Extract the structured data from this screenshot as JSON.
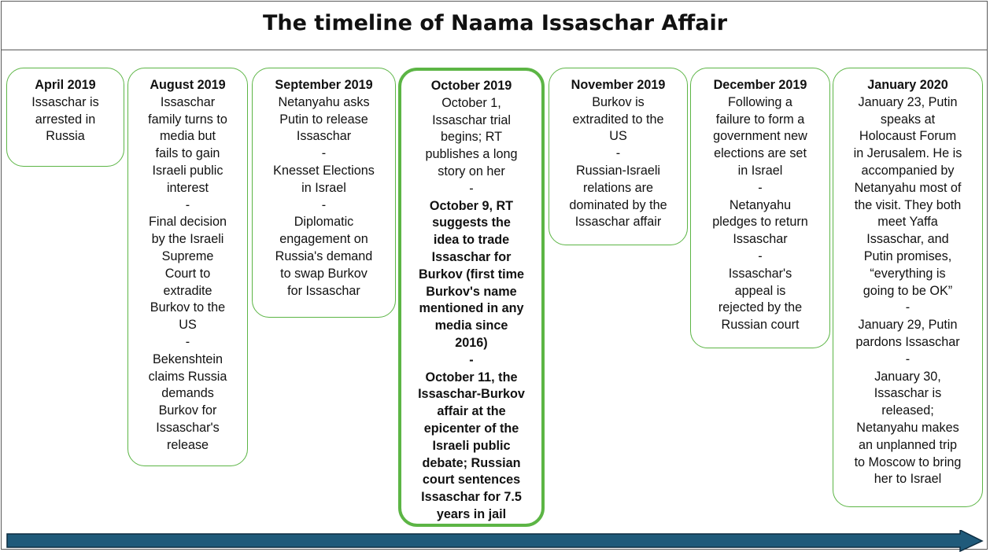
{
  "title": "The timeline of Naama Issaschar Affair",
  "colors": {
    "box_border": "#5cb545",
    "arrow_fill": "#1f5a7a",
    "arrow_stroke": "#0d2c40"
  },
  "events": [
    {
      "date": "April 2019",
      "lines": [
        "Issaschar is",
        "arrested in",
        "Russia"
      ]
    },
    {
      "date": "August 2019",
      "lines": [
        "Issaschar",
        "family turns to",
        "media but",
        "fails to gain",
        "Israeli public",
        "interest",
        "-",
        "Final decision",
        "by the Israeli",
        "Supreme",
        "Court to",
        "extradite",
        "Burkov to the",
        "US",
        "-",
        "Bekenshtein",
        "claims Russia",
        "demands",
        "Burkov for",
        "Issaschar's",
        "release"
      ]
    },
    {
      "date": "September 2019",
      "lines": [
        "Netanyahu asks",
        "Putin to release",
        "Issaschar",
        "-",
        "Knesset Elections",
        "in Israel",
        "-",
        "Diplomatic",
        "engagement on",
        "Russia's demand",
        "to swap Burkov",
        "for Issaschar"
      ]
    },
    {
      "date": "October 2019",
      "lines": [
        "October 1,",
        "Issaschar trial",
        "begins; RT",
        "publishes a long",
        "story on her",
        "-"
      ],
      "bold_lines": [
        "October 9, RT",
        "suggests the",
        "idea to trade",
        "Issaschar for",
        "Burkov (first time",
        "Burkov's name",
        "mentioned in any",
        "media since",
        "2016)",
        "-",
        "October 11, the",
        "Issaschar-Burkov",
        "affair at the",
        "epicenter of the",
        "Israeli public",
        "debate; Russian",
        "court sentences",
        "Issaschar for 7.5",
        "years in jail"
      ]
    },
    {
      "date": "November 2019",
      "lines": [
        "Burkov is",
        "extradited to the",
        "US",
        "-",
        "Russian-Israeli",
        "relations are",
        "dominated by the",
        "Issaschar affair"
      ]
    },
    {
      "date": "December 2019",
      "lines": [
        "Following a",
        "failure to form a",
        "government new",
        "elections are set",
        "in Israel",
        "-",
        "Netanyahu",
        "pledges to return",
        "Issaschar",
        "-",
        "Issaschar's",
        "appeal is",
        "rejected by the",
        "Russian court"
      ]
    },
    {
      "date": "January 2020",
      "lines": [
        "January 23, Putin",
        "speaks at",
        "Holocaust Forum",
        "in Jerusalem. He is",
        "accompanied by",
        "Netanyahu most of",
        "the visit. They both",
        "meet Yaffa",
        "Issaschar, and",
        "Putin promises,",
        "“everything is",
        "going to be OK”",
        "-",
        "January 29, Putin",
        "pardons Issaschar",
        "-",
        "January 30,",
        "Issaschar is",
        "released;",
        "Netanyahu makes",
        "an unplanned trip",
        "to Moscow to bring",
        "her to Israel"
      ]
    }
  ]
}
